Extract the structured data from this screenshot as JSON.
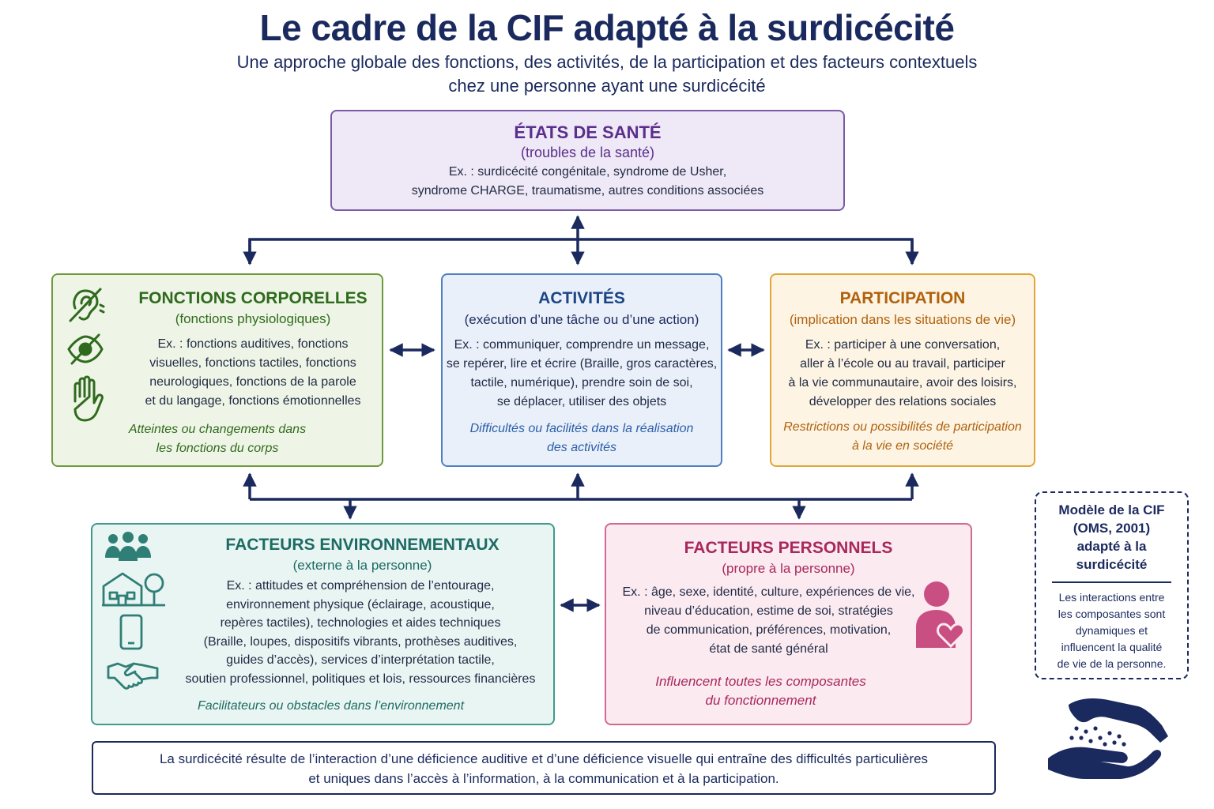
{
  "header": {
    "title": "Le cadre de la CIF adapté à la surdicécité",
    "subtitle_line1": "Une approche globale des fonctions, des activités, de la participation et des facteurs contextuels",
    "subtitle_line2": "chez une personne ayant une surdicécité"
  },
  "etats_sante": {
    "heading": "ÉTATS DE SANTÉ",
    "subheading": "(troubles de la santé)",
    "example_line1": "Ex. : surdicécité congénitale, syndrome de Usher,",
    "example_line2": "syndrome CHARGE, traumatisme, autres conditions associées"
  },
  "fonctions_corporelles": {
    "heading": "FONCTIONS CORPORELLES",
    "subheading": "(fonctions physiologiques)",
    "example_lines": [
      "Ex. : fonctions auditives, fonctions",
      "visuelles, fonctions tactiles, fonctions",
      "neurologiques, fonctions de la parole",
      "et du langage, fonctions émotionnelles"
    ],
    "note_lines": [
      "Atteintes ou changements dans",
      "les fonctions du corps"
    ],
    "icons": [
      "hearing-impaired-icon",
      "eye-slash-icon",
      "hand-icon"
    ]
  },
  "activites": {
    "heading": "ACTIVITÉS",
    "subheading": "(exécution d’une tâche ou d’une action)",
    "example_lines": [
      "Ex. : communiquer, comprendre un message,",
      "se repérer, lire et écrire (Braille, gros caractères,",
      "tactile, numérique), prendre soin de soi,",
      "se déplacer, utiliser des objets"
    ],
    "note_lines": [
      "Difficultés ou facilités dans la réalisation",
      "des activités"
    ]
  },
  "participation": {
    "heading": "PARTICIPATION",
    "subheading": "(implication dans les situations de vie)",
    "example_lines": [
      "Ex. : participer à une conversation,",
      "aller à l’école ou au travail, participer",
      "à la vie communautaire, avoir des loisirs,",
      "développer des relations sociales"
    ],
    "note_lines": [
      "Restrictions ou possibilités de participation",
      "à la vie en société"
    ]
  },
  "facteurs_environnementaux": {
    "heading": "FACTEURS ENVIRONNEMENTAUX",
    "subheading": "(externe à la personne)",
    "example_lines": [
      "Ex. : attitudes et compréhension de l’entourage,",
      "environnement physique (éclairage, acoustique,",
      "repères tactiles), technologies et aides techniques",
      "(Braille, loupes, dispositifs vibrants, prothèses auditives,",
      "guides d’accès), services d’interprétation tactile,",
      "soutien professionnel, politiques et lois, ressources financières"
    ],
    "note": "Facilitateurs ou obstacles dans l’environnement",
    "icons": [
      "people-group-icon",
      "house-tree-icon",
      "smartphone-icon",
      "handshake-icon"
    ]
  },
  "facteurs_personnels": {
    "heading": "FACTEURS PERSONNELS",
    "subheading": "(propre à la personne)",
    "example_lines": [
      "Ex. : âge, sexe, identité, culture, expériences de vie,",
      "niveau d’éducation, estime de soi, stratégies",
      "de communication, préférences, motivation,",
      "état de santé général"
    ],
    "note_lines": [
      "Influencent toutes les composantes",
      "du fonctionnement"
    ],
    "icons": [
      "person-heart-icon"
    ]
  },
  "bottom_statement": {
    "line1": "La surdicécité résulte de l’interaction d’une déficience auditive et d’une déficience visuelle qui entraîne des difficultés particulières",
    "line2": "et uniques dans l’accès à l’information, à la communication et à la participation."
  },
  "modele": {
    "title_lines": [
      "Modèle de la CIF",
      "(OMS, 2001)",
      "adapté à la",
      "surdicécité"
    ],
    "text_lines": [
      "Les interactions entre",
      "les composantes sont",
      "dynamiques et",
      "influencent la qualité",
      "de vie de la personne."
    ],
    "icon": "tactile-hands-icon"
  },
  "colors": {
    "navy": "#1b2a5e",
    "purple": "#7a5aa6",
    "green": "#6e9a3c",
    "blue": "#4f7fc0",
    "orange": "#e0a63a",
    "teal": "#3f9a8e",
    "pink": "#d06a92"
  }
}
